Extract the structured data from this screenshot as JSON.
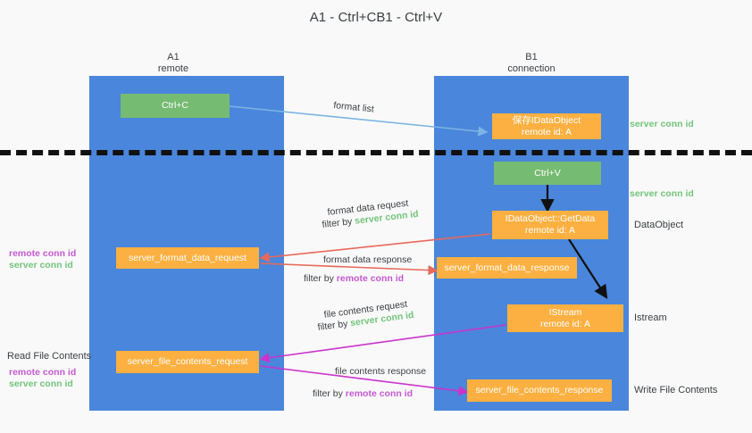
{
  "title": {
    "line1": "A1 - Ctrl+C",
    "line2": "B1 - Ctrl+V"
  },
  "columns": [
    {
      "name": "A1",
      "subtitle": "remote"
    },
    {
      "name": "B1",
      "subtitle": "connection"
    }
  ],
  "boxes": {
    "ctrl_c": "Ctrl+C",
    "ctrl_v": "Ctrl+V",
    "save_idataobject_l1": "保存IDataObject",
    "save_idataobject_l2": "remote id: A",
    "getdata_l1": "IDataObject::GetData",
    "getdata_l2": "remote id: A",
    "istream_l1": "IStream",
    "istream_l2": "remote id: A",
    "server_format_data_request": "server_format_data_request",
    "server_format_data_response": "server_format_data_response",
    "server_file_contents_request": "server_file_contents_request",
    "server_file_contents_response": "server_file_contents_response"
  },
  "side_labels": {
    "dataobject": "DataObject",
    "istream": "Istream",
    "write_file_contents": "Write File Contents"
  },
  "conn_labels": {
    "server_conn_id_top": "server conn id",
    "server_conn_id_mid": "server conn id"
  },
  "left_labels": {
    "read_file_contents": "Read File Contents",
    "remote_conn_id": "remote conn id",
    "server_conn_id": "server conn id"
  },
  "annotations": {
    "format_list": "format list",
    "format_data_request": "format data request",
    "format_data_request_filter_prefix": "filter by ",
    "format_data_request_filter_value": "server conn id",
    "format_data_response": "format data response",
    "format_data_response_filter_prefix": "filter by ",
    "format_data_response_filter_value": "remote conn id",
    "file_contents_request": "file contents request",
    "file_contents_request_filter_prefix": "filter by ",
    "file_contents_request_filter_value": "server conn id",
    "file_contents_response": "file contents response",
    "file_contents_response_filter_prefix": "filter by ",
    "file_contents_response_filter_value": "remote conn id"
  },
  "colors": {
    "lane": "#4a86db",
    "green_box": "#76bb72",
    "orange_box": "#fbb041",
    "server_conn": "#74c47c",
    "remote_conn": "#c45ad0",
    "arrow_light_blue": "#7bb4e3",
    "arrow_red": "#e8685a",
    "arrow_magenta": "#cc33cc",
    "arrow_black": "#111111",
    "background": "#f9f9f9"
  }
}
